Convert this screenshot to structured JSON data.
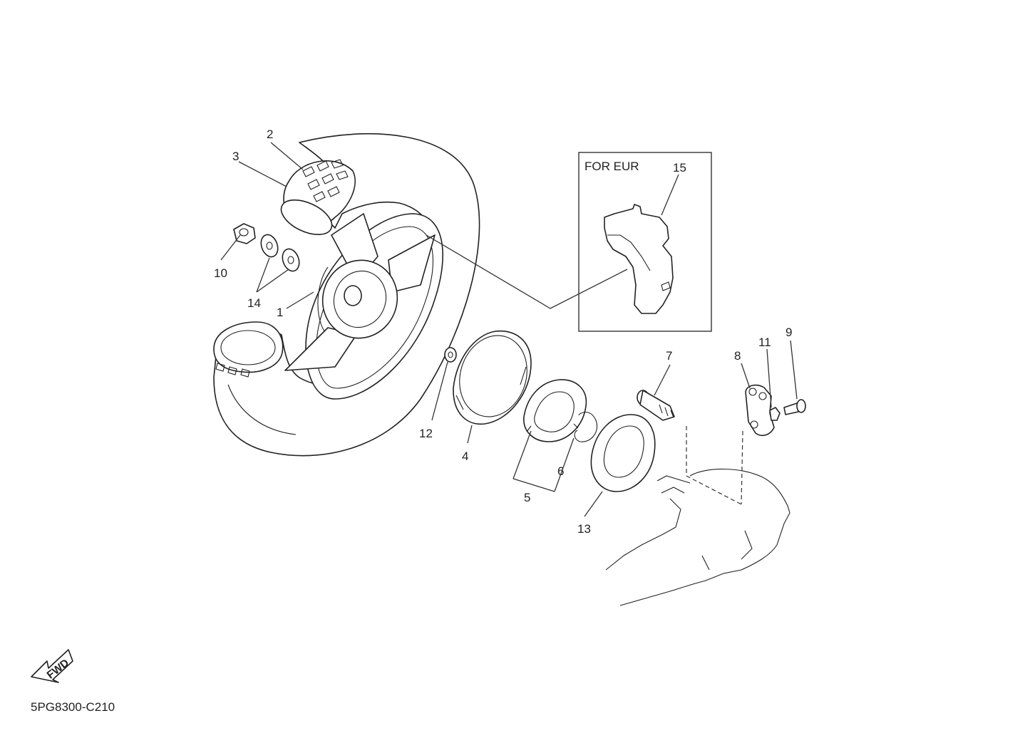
{
  "callouts": [
    "1",
    "2",
    "3",
    "4",
    "5",
    "6",
    "7",
    "8",
    "9",
    "10",
    "11",
    "12",
    "13",
    "14",
    "15"
  ],
  "inset_label": "FOR EUR",
  "fwd_label": "FWD",
  "diagram_code": "5PG8300-C210"
}
